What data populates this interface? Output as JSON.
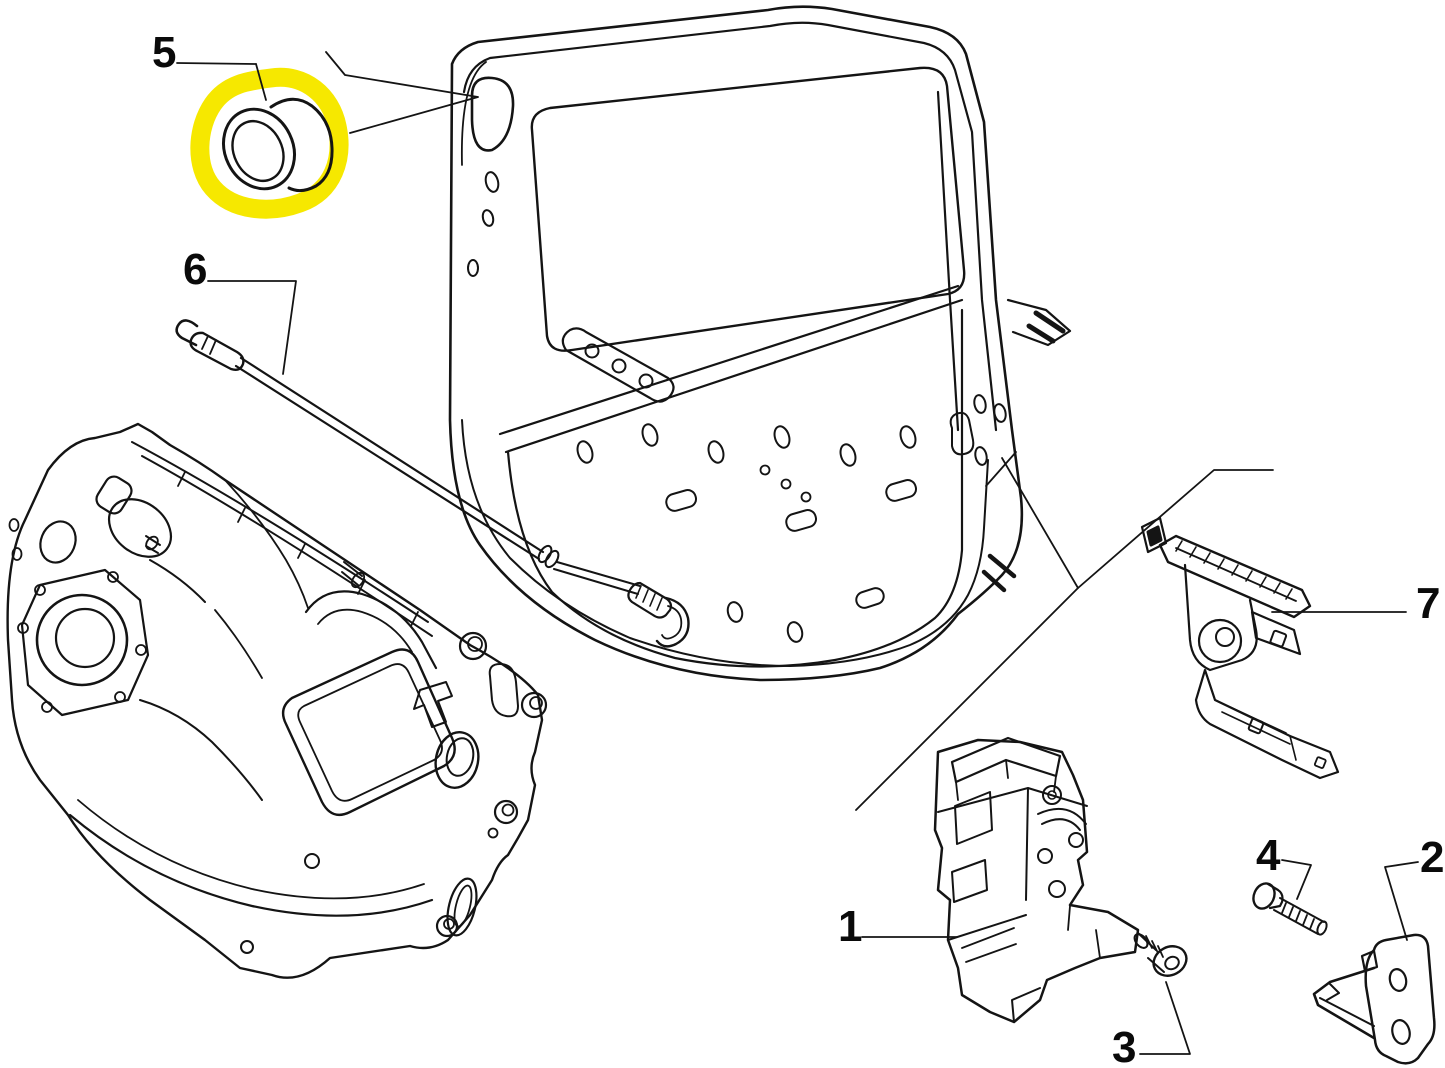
{
  "diagram": {
    "type": "exploded-parts-diagram",
    "background": "#ffffff",
    "line_color": "#141414",
    "highlight_color": "#f6e800",
    "callouts": [
      {
        "label": "1"
      },
      {
        "label": "2"
      },
      {
        "label": "3"
      },
      {
        "label": "4"
      },
      {
        "label": "5"
      },
      {
        "label": "6"
      },
      {
        "label": "7"
      }
    ]
  }
}
